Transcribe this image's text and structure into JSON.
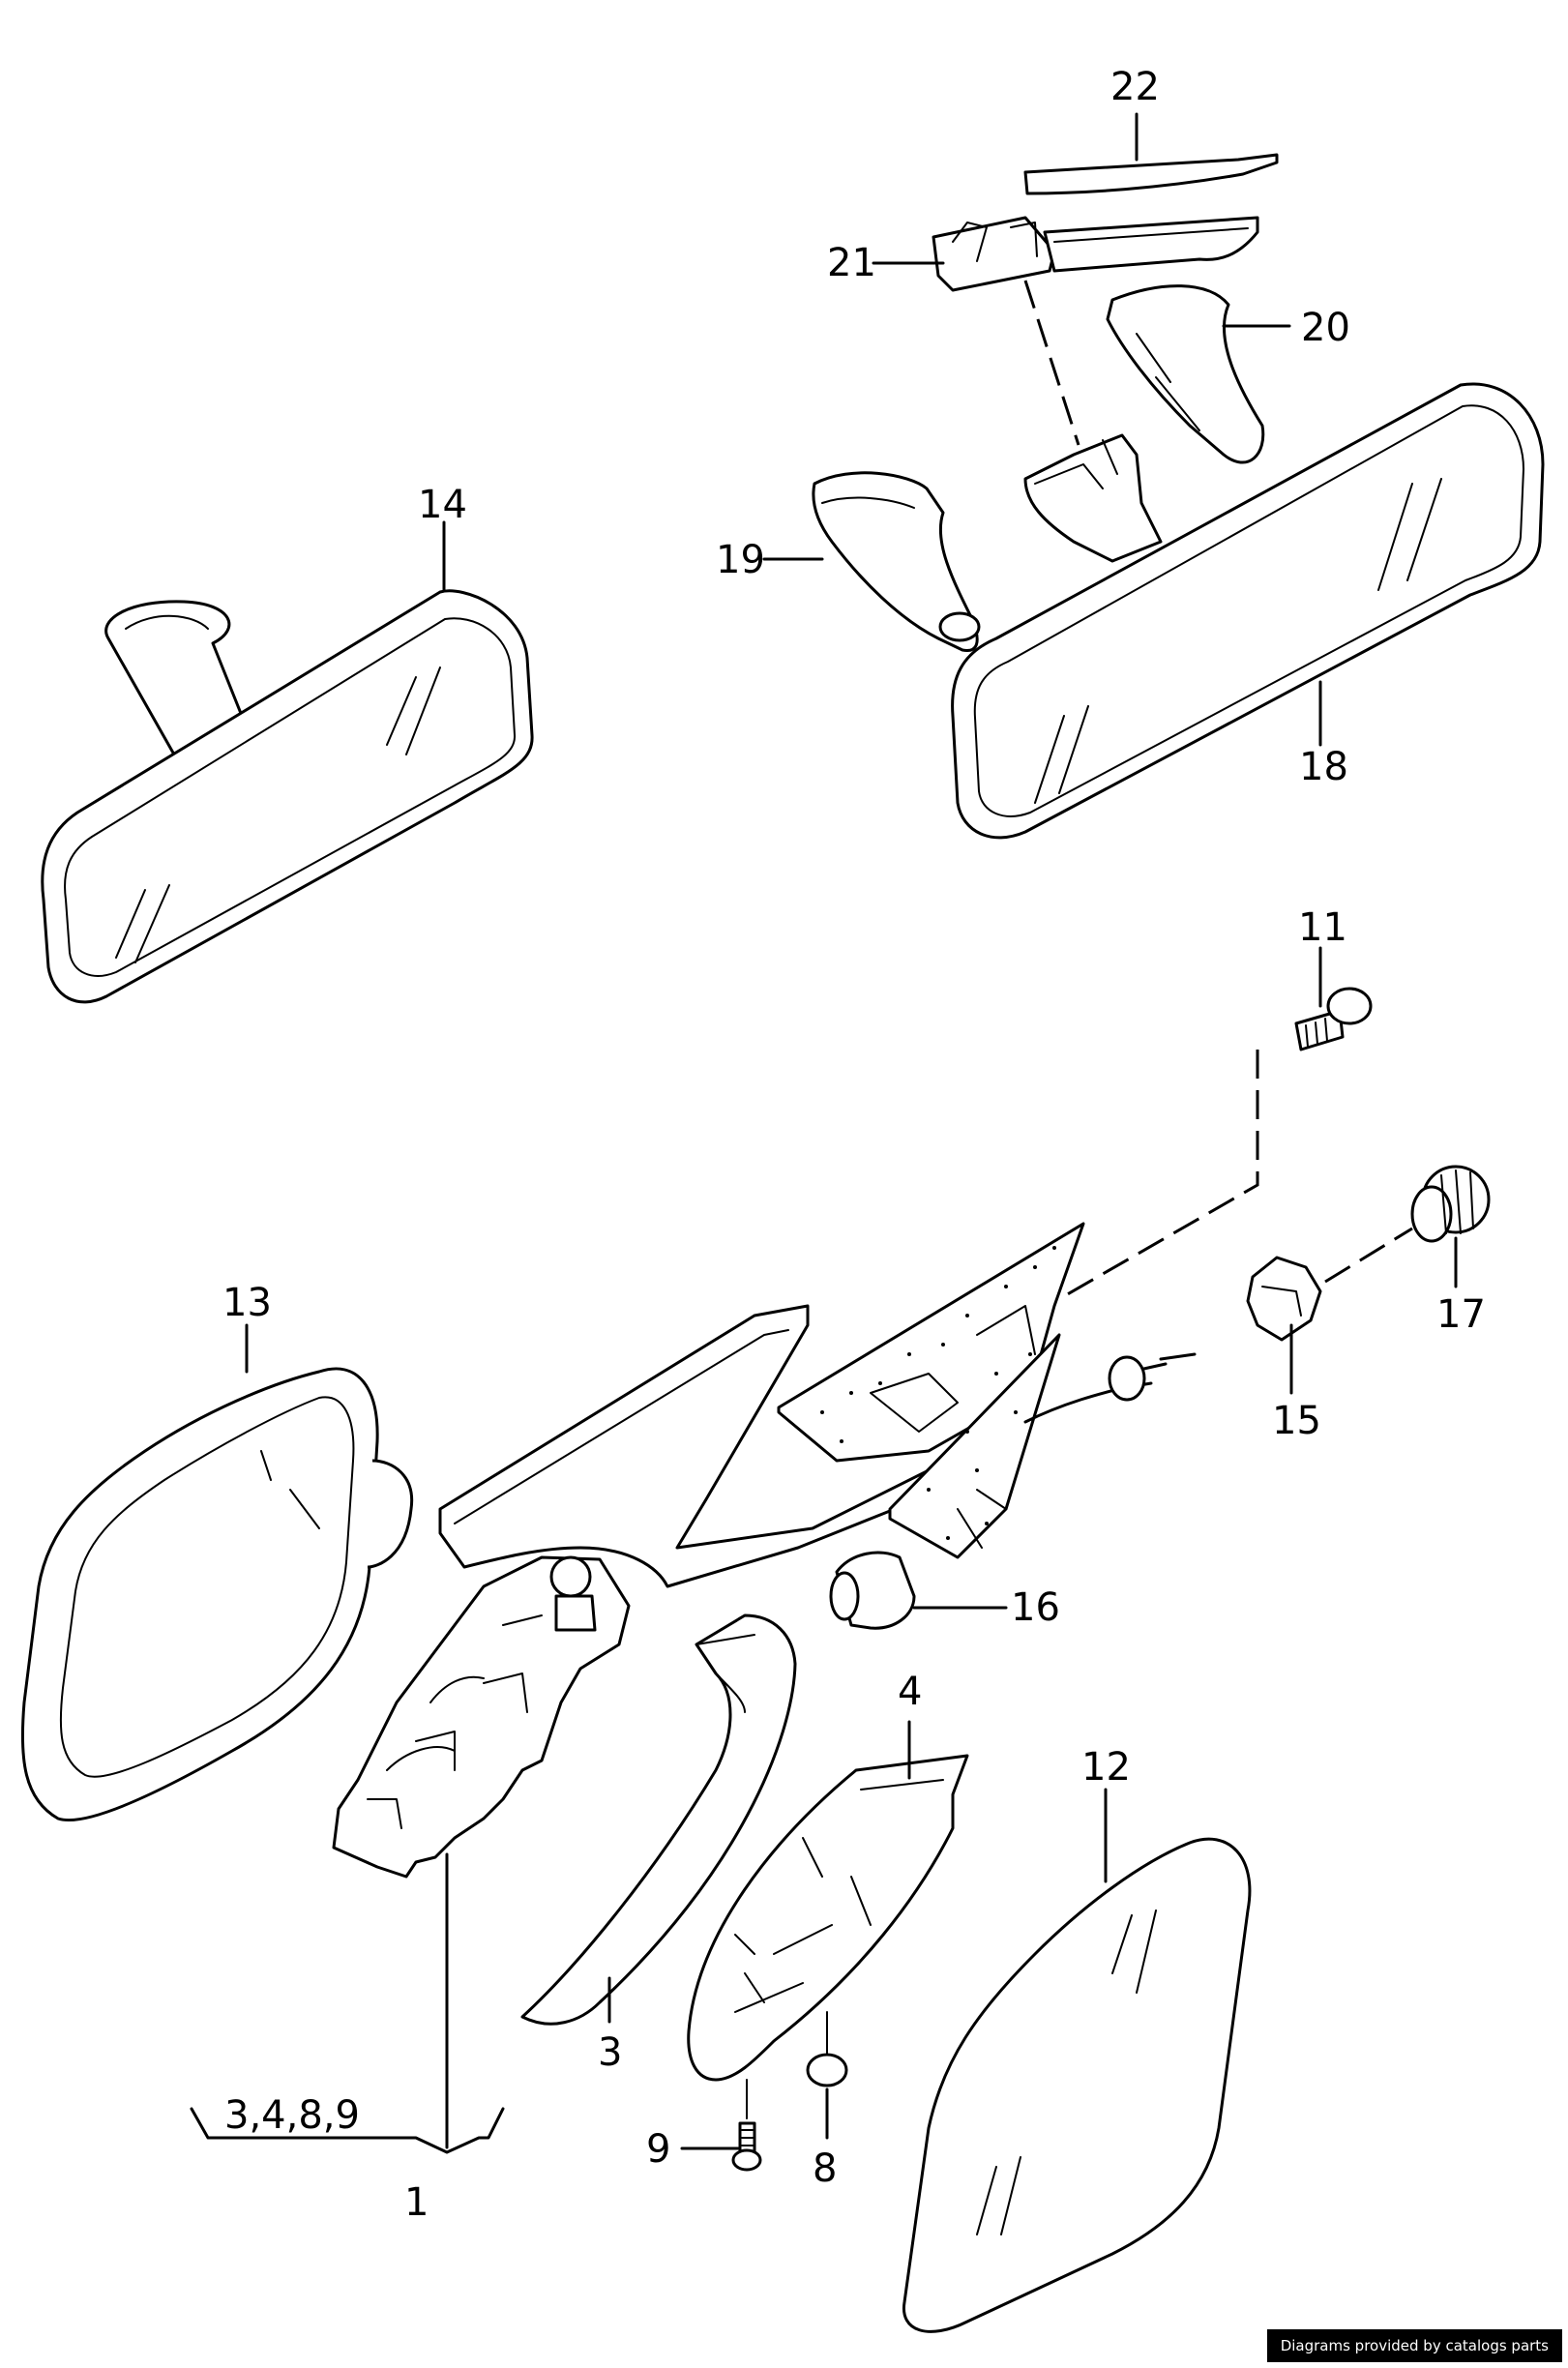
{
  "diagram": {
    "title": "Mirror parts exploded view",
    "labels": {
      "p1": "1",
      "p3": "3",
      "p4": "4",
      "p8": "8",
      "p9": "9",
      "p11": "11",
      "p12": "12",
      "p13": "13",
      "p14": "14",
      "p15": "15",
      "p16": "16",
      "p17": "17",
      "p18": "18",
      "p19": "19",
      "p20": "20",
      "p21": "21",
      "p22": "22",
      "kit": "3,4,8,9"
    }
  },
  "footer": {
    "credit": "Diagrams provided by catalogs parts"
  }
}
